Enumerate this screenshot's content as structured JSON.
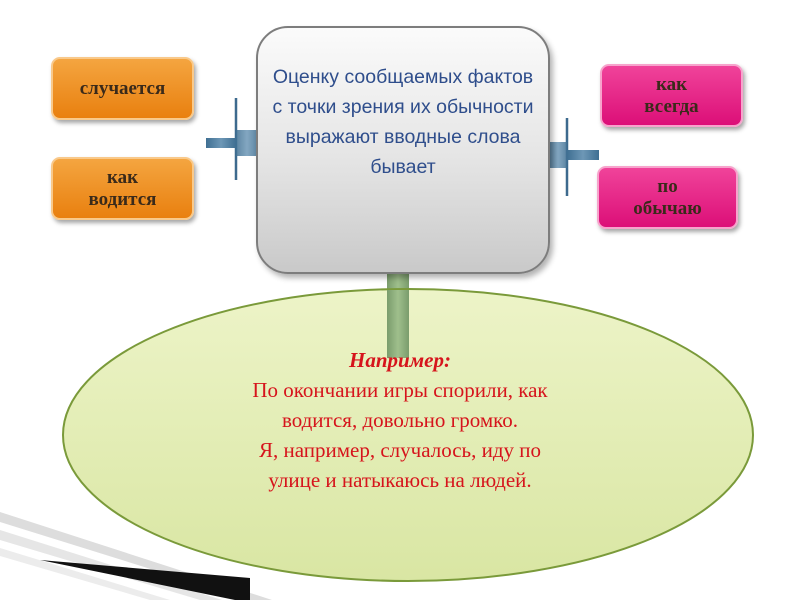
{
  "center": {
    "text": "Оценку сообщаемых фактов с точки зрения их обычности выражают вводные слова бывает"
  },
  "left_items": [
    {
      "label": "случается"
    },
    {
      "label": "как\nводится"
    }
  ],
  "right_items": [
    {
      "label": "как\nвсегда"
    },
    {
      "label": "по\nобычаю"
    }
  ],
  "example": {
    "title": "Например:",
    "body": "По окончании игры спорили, как\nводится, довольно громко.\nЯ, например, случалось, иду по\nулице и натыкаюсь на людей."
  },
  "colors": {
    "orange": "#ee8c1f",
    "pink": "#e2197f",
    "ellipse_fill": "#e4eeb6",
    "ellipse_border": "#7a9a3a",
    "text_red": "#d6141c",
    "text_blue": "#2f4e8c"
  }
}
